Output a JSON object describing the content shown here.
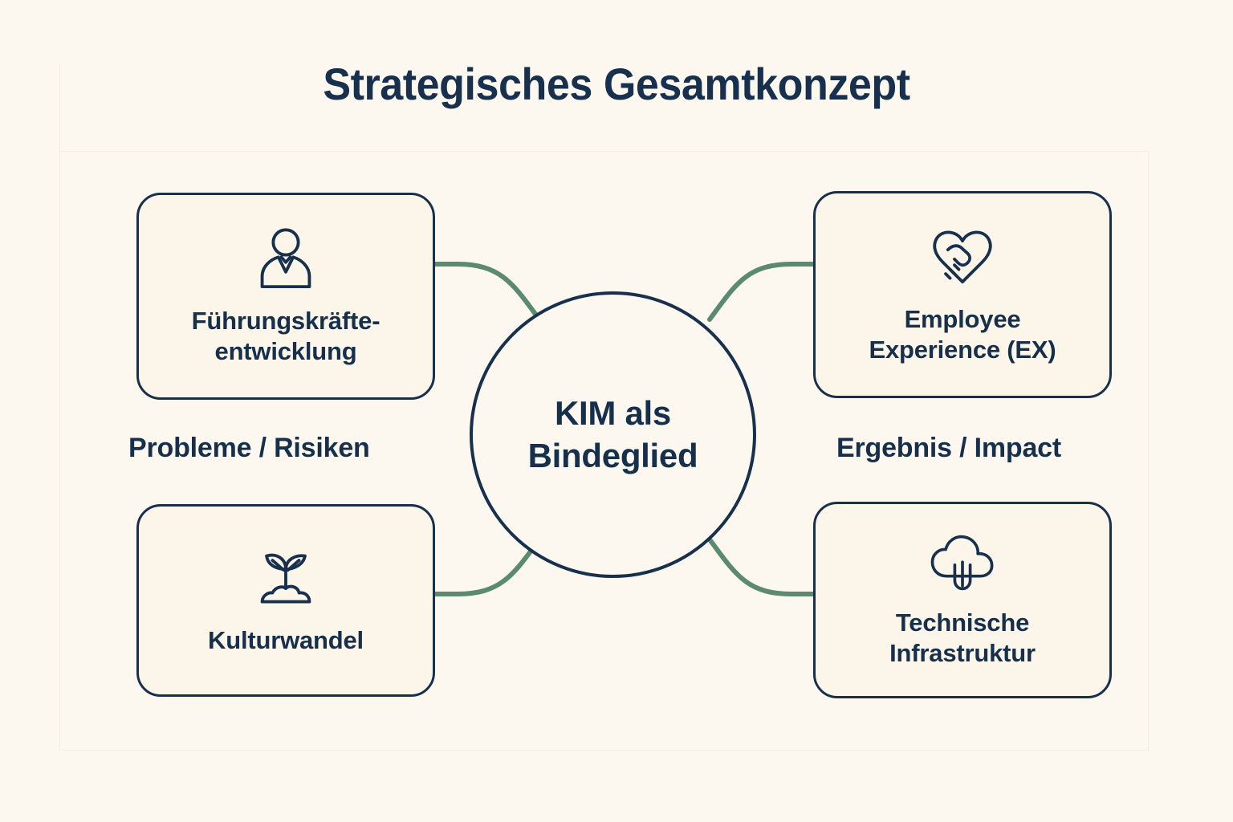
{
  "page": {
    "title": "Strategisches Gesamtkonzept",
    "background_color": "#fdf8ef",
    "ink_color": "#17304d",
    "connector_color": "#5b8a70",
    "card_fill": "#fcf6ea"
  },
  "center": {
    "label": "KIM als\nBindeglied",
    "icon": "circle-node"
  },
  "side_labels": {
    "left": "Probleme / Risiken",
    "right": "Ergebnis / Impact"
  },
  "cards": [
    {
      "id": "fuehrungskraefteentwicklung",
      "label": "Führungskräfte-\nentwicklung",
      "icon": "executive-person-icon",
      "group": "Probleme / Risiken",
      "position": "top-left"
    },
    {
      "id": "employee-experience",
      "label": "Employee\nExperience (EX)",
      "icon": "handshake-heart-icon",
      "group": "Ergebnis / Impact",
      "position": "top-right"
    },
    {
      "id": "kulturwandel",
      "label": "Kulturwandel",
      "icon": "sprout-seedling-icon",
      "group": "Probleme / Risiken",
      "position": "bottom-left"
    },
    {
      "id": "technische-infrastruktur",
      "label": "Technische\nInfrastruktur",
      "icon": "cloud-download-icon",
      "group": "Ergebnis / Impact",
      "position": "bottom-right"
    }
  ],
  "connectors": [
    {
      "from": "fuehrungskraefteentwicklung",
      "to": "center"
    },
    {
      "from": "employee-experience",
      "to": "center"
    },
    {
      "from": "kulturwandel",
      "to": "center"
    },
    {
      "from": "technische-infrastruktur",
      "to": "center"
    }
  ]
}
